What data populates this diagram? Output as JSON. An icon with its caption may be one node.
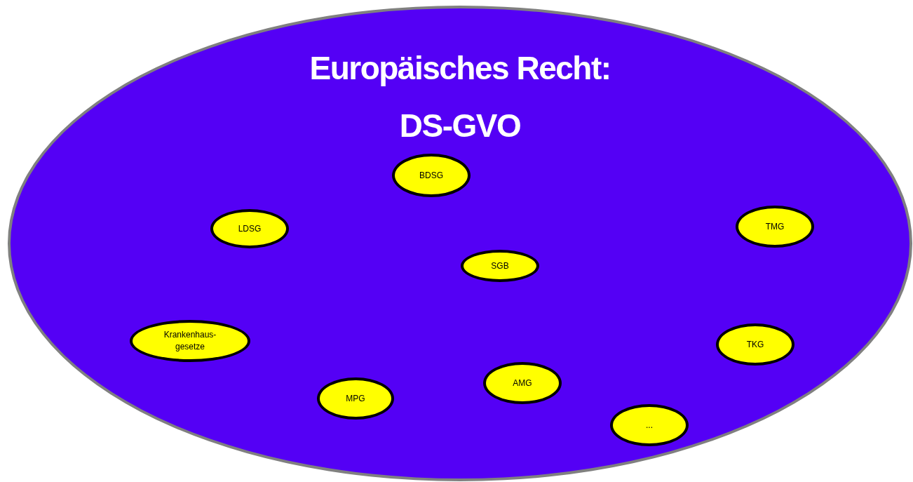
{
  "diagram": {
    "nodes": [
      {
        "text": [
          "Europäisches Recht:",
          "DS-GVO"
        ]
      },
      {
        "text": [
          "BDSG"
        ],
        "in": 0
      },
      {
        "text": [
          "LDSG"
        ],
        "in": 0
      },
      {
        "text": [
          "TMG"
        ],
        "in": 0
      },
      {
        "text": [
          "SGB"
        ],
        "in": 0
      },
      {
        "text": [
          "Krankenhaus- gesetze"
        ],
        "in": 0
      },
      {
        "text": [
          "TKG"
        ],
        "in": 0
      },
      {
        "text": [
          "MPG"
        ],
        "in": 0
      },
      {
        "text": [
          "AMG"
        ],
        "in": 0
      },
      {
        "text": [
          "..."
        ],
        "in": 0
      }
    ]
  }
}
